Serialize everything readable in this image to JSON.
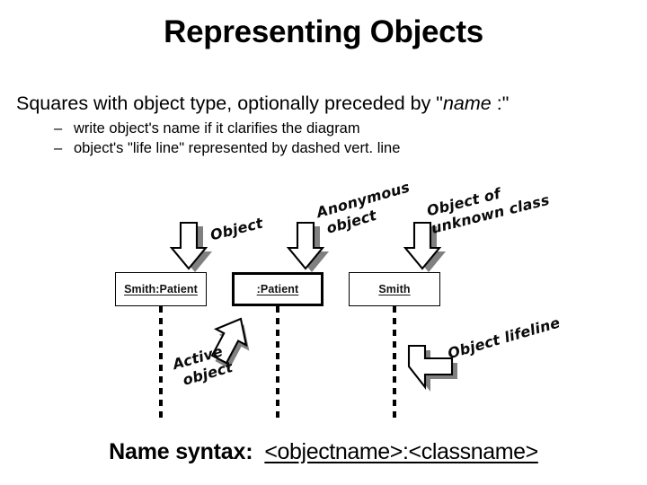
{
  "slide": {
    "title": "Representing Objects",
    "background_color": "#ffffff",
    "text_color": "#000000",
    "shadow_color": "#808080"
  },
  "bullets": {
    "level1": {
      "prefix": "Squares with object type, optionally preceded by \"",
      "emphasis": "name",
      "suffix": " :\""
    },
    "level2": [
      {
        "dash": "–",
        "text": "write object's name if it clarifies the diagram"
      },
      {
        "dash": "–",
        "text": "object's \"life line\" represented by dashed vert. line"
      }
    ]
  },
  "diagram": {
    "objects": [
      {
        "label": "Smith:Patient",
        "style": "normal"
      },
      {
        "label": ":Patient",
        "style": "bold"
      },
      {
        "label": "Smith",
        "style": "normal"
      }
    ],
    "callouts": [
      {
        "id": "object",
        "lines": "Object",
        "arrow": "down-arrow-icon"
      },
      {
        "id": "anonymous-object",
        "lines": "Anonymous\n object",
        "arrow": "down-arrow-icon"
      },
      {
        "id": "object-of-unknown-class",
        "lines": "Object of\nunknown class",
        "arrow": "down-arrow-icon"
      },
      {
        "id": "active-object",
        "lines": "Active\n object",
        "arrow": "up-right-arrow-icon"
      },
      {
        "id": "object-lifeline",
        "lines": "Object lifeline",
        "arrow": "left-arrow-icon"
      }
    ]
  },
  "name_syntax": {
    "label": "Name syntax:",
    "value": "<objectname>:<classname>"
  }
}
